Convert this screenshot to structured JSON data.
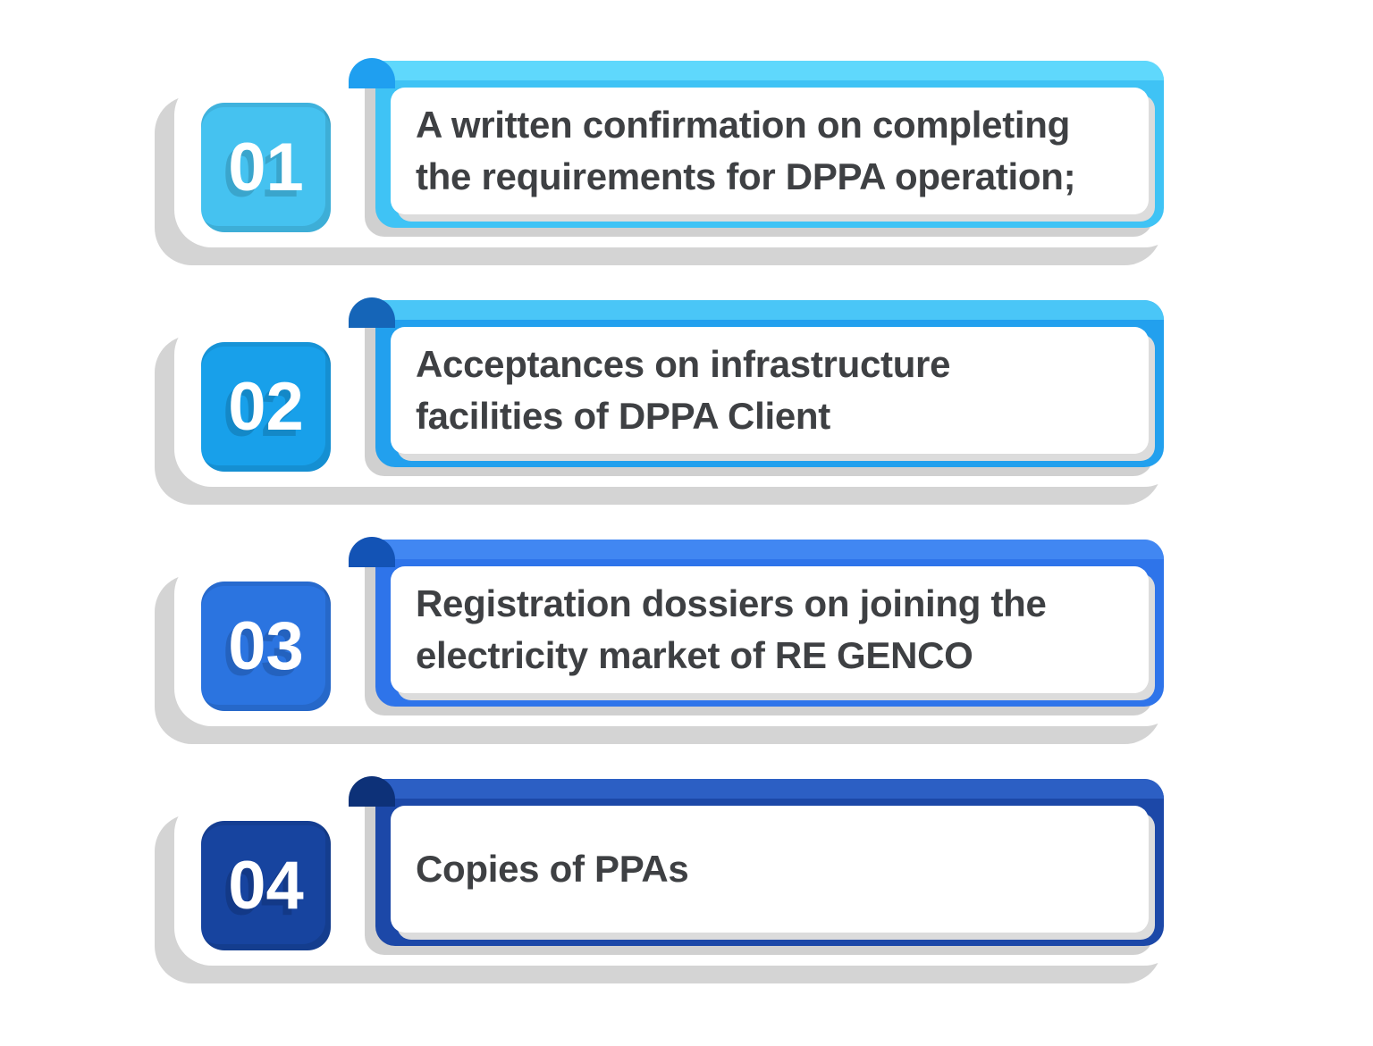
{
  "items": [
    {
      "number": "01",
      "lines": [
        "A written confirmation on completing",
        "the requirements for DPPA operation;"
      ],
      "colors": {
        "box": "#45C2F0",
        "frame": "#3FC3F5",
        "bar": "#5FD8FC",
        "fold": "#1F9FF0"
      }
    },
    {
      "number": "02",
      "lines": [
        "Acceptances on infrastructure",
        "facilities of DPPA Client"
      ],
      "colors": {
        "box": "#18A0EA",
        "frame": "#22A0EE",
        "bar": "#4AC6F7",
        "fold": "#1565B8"
      }
    },
    {
      "number": "03",
      "lines": [
        "Registration dossiers on joining the",
        "electricity market of RE GENCO"
      ],
      "colors": {
        "box": "#2B74E0",
        "frame": "#2E74EA",
        "bar": "#4187F2",
        "fold": "#1353B5"
      }
    },
    {
      "number": "04",
      "lines": [
        "Copies of PPAs"
      ],
      "colors": {
        "box": "#17449F",
        "frame": "#1C48A8",
        "bar": "#2C5FC4",
        "fold": "#0D3178"
      }
    }
  ],
  "text_color": "#3E4043",
  "shadow_color": "#D4D4D4"
}
